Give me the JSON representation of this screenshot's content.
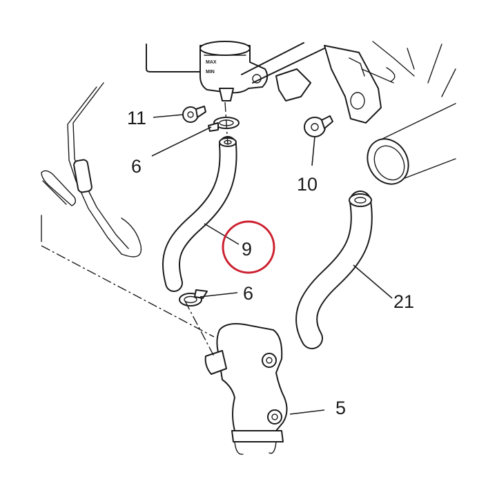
{
  "labels": {
    "p11": "11",
    "p6a": "6",
    "p10": "10",
    "p9": "9",
    "p6b": "6",
    "p21": "21",
    "p5": "5"
  },
  "reservoir_marks": {
    "max": "MAX",
    "min": "MIN"
  },
  "colors": {
    "line": "#1a1a1a",
    "highlight": "#cc1f2e",
    "background": "#ffffff"
  },
  "highlighted_part": "9"
}
